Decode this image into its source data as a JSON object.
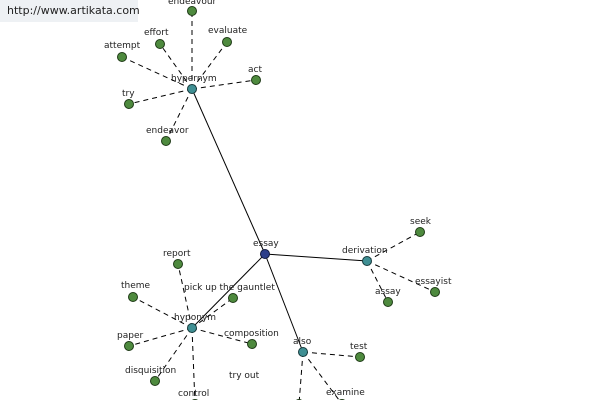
{
  "source_banner": {
    "text": "http://www.artikata.com"
  },
  "graph": {
    "center": {
      "label": "essay",
      "color": "#2d3f8a"
    },
    "relations": [
      {
        "label": "hypernym",
        "words": [
          "endeavour",
          "effort",
          "evaluate",
          "attempt",
          "act",
          "try",
          "endeavor"
        ]
      },
      {
        "label": "derivation",
        "words": [
          "seek",
          "essayist",
          "assay"
        ]
      },
      {
        "label": "hyponym",
        "words": [
          "report",
          "theme",
          "pick up the gauntlet",
          "paper",
          "composition",
          "disquisition",
          "control"
        ]
      },
      {
        "label": "also",
        "words": [
          "test",
          "try out",
          "examine"
        ]
      }
    ],
    "colors": {
      "relation_node": "#3f8f93",
      "word_node": "#4e8a3e",
      "edge": "#000000"
    }
  }
}
